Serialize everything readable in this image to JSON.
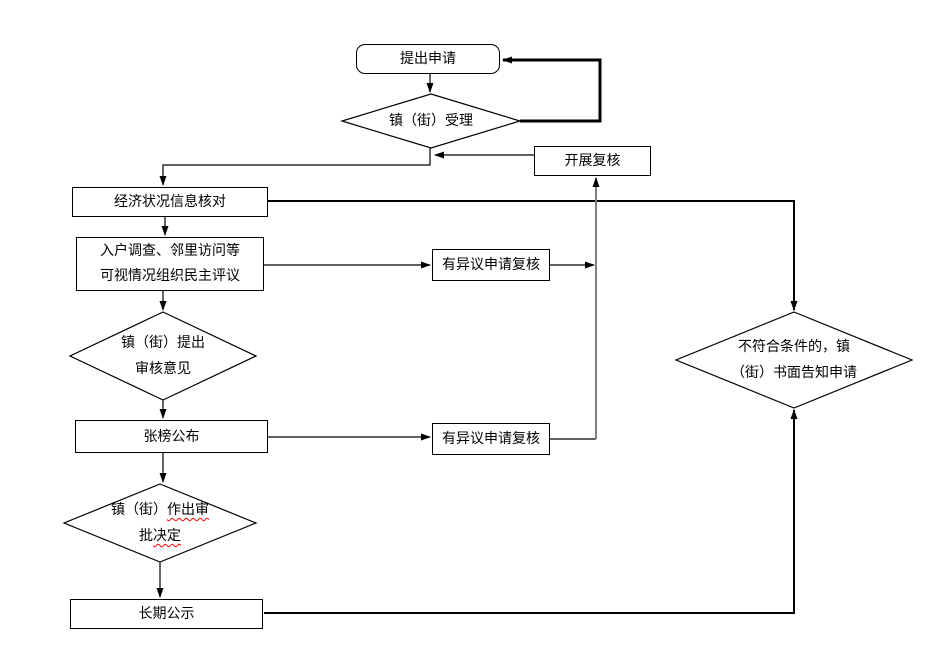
{
  "colors": {
    "background": "#ffffff",
    "line": "#000000",
    "gray_line": "#808080",
    "squiggle": "#ff0000"
  },
  "nodes": {
    "start": {
      "label": "提出申请"
    },
    "accept": {
      "label": "镇（街）受理"
    },
    "review": {
      "label": "开展复核"
    },
    "check": {
      "label": "经济状况信息核对"
    },
    "survey": {
      "line1": "入户调查、邻里访问等",
      "line2": "可视情况组织民主评议"
    },
    "opinion": {
      "line1": "镇（街）提出",
      "line2": "审核意见"
    },
    "objection1": {
      "label": "有异议申请复核"
    },
    "publish": {
      "label": "张榜公布"
    },
    "objection2": {
      "label": "有异议申请复核"
    },
    "decision": {
      "line1_plain": "镇（街）",
      "line1_wavy": "作出审",
      "line2_plain": "批",
      "line2_wavy": "决定"
    },
    "publicity": {
      "label": "长期公示"
    },
    "notify": {
      "line1": "不符合条件的，镇",
      "line2": "（街）书面告知申请"
    }
  }
}
